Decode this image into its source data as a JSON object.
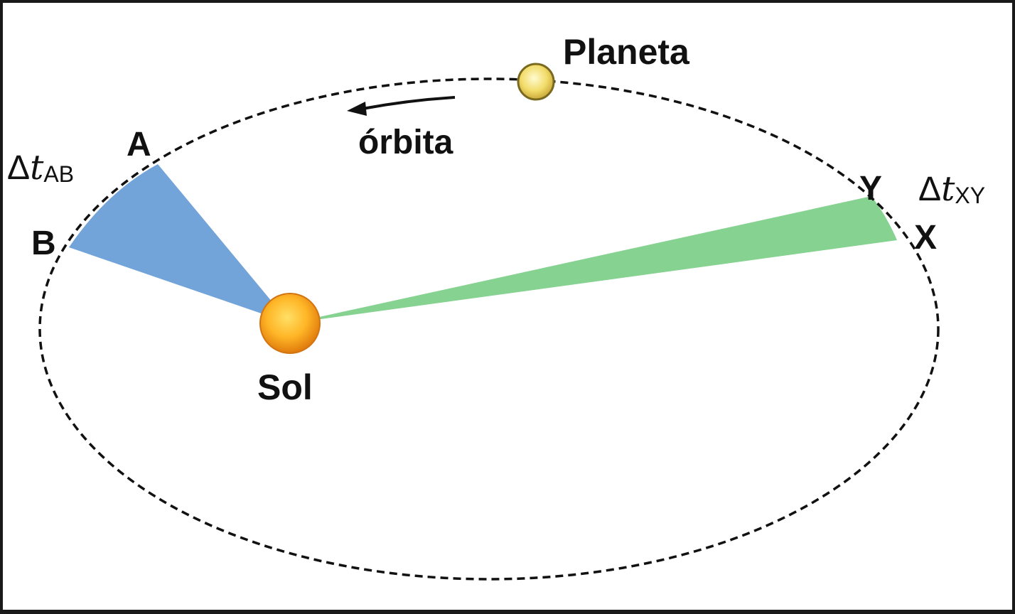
{
  "labels": {
    "planet": "Planeta",
    "orbit": "órbita",
    "sun": "Sol",
    "point_a": "A",
    "point_b": "B",
    "point_x": "X",
    "point_y": "Y",
    "delta_ab": {
      "delta": "Δ",
      "t": "t",
      "sub": "AB"
    },
    "delta_xy": {
      "delta": "Δ",
      "t": "t",
      "sub": "XY"
    }
  },
  "colors": {
    "sector_ab": "#6a9fd8",
    "sector_xy": "#7fd08a",
    "sun": "#f7a21b",
    "planet": "#f4e27a",
    "orbit_line": "#111111"
  }
}
